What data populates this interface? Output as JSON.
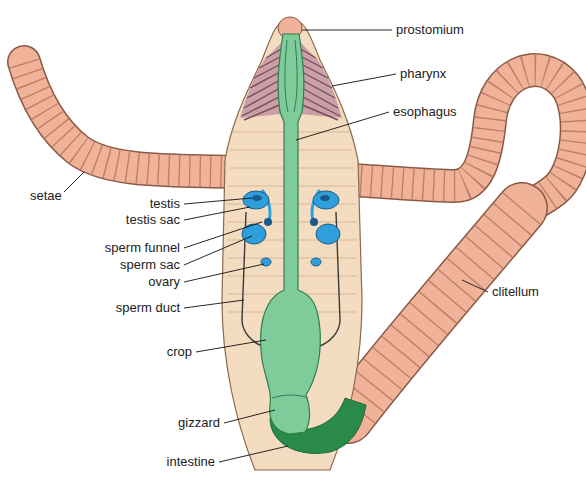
{
  "diagram": {
    "labels": [
      "prostomium",
      "pharynx",
      "esophagus",
      "setae",
      "testis",
      "testis sac",
      "sperm funnel",
      "sperm sac",
      "ovary",
      "sperm duct",
      "crop",
      "gizzard",
      "intestine",
      "clitellum"
    ]
  }
}
